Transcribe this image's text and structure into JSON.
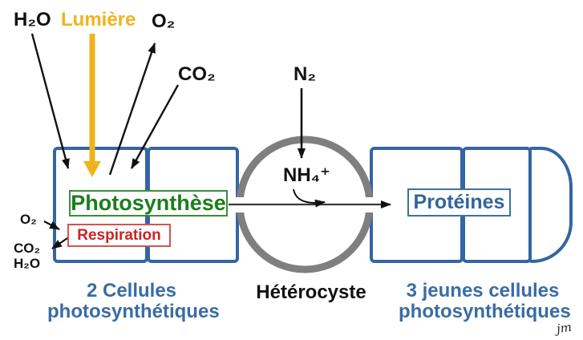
{
  "colors": {
    "cell_border_blue": "#3465a4",
    "caption_blue": "#3a6ca5",
    "proteins_blue": "#31659c",
    "photosynthesis_green": "#1b7d1b",
    "respiration_red": "#cc2222",
    "light_yellow": "#f0b31e",
    "heterocyst_gray": "#7f7f7f",
    "arrow_black": "#111111"
  },
  "inputs_top": {
    "h2o": "H₂O",
    "lumiere": "Lumière",
    "o2": "O₂",
    "co2": "CO₂",
    "n2": "N₂"
  },
  "photosynthetic_cells": {
    "photosynthese_label": "Photosynthèse",
    "respiration_label": "Respiration",
    "o2_label": "O₂",
    "co2_label": "CO₂",
    "h2o_label": "H₂O",
    "caption_line1": "2 Cellules",
    "caption_line2": "photosynthétiques"
  },
  "heterocyste": {
    "nh4_label": "NH₄⁺",
    "caption": "Hétérocyste"
  },
  "young_cells": {
    "proteines_label": "Protéines",
    "caption_line1": "3 jeunes cellules",
    "caption_line2": "photosynthétiques"
  },
  "signature": "jm"
}
